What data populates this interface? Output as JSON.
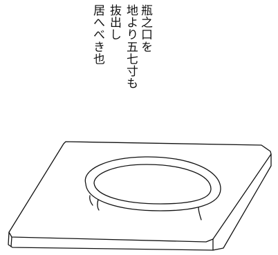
{
  "text": {
    "lines": [
      "瓶之口を",
      "地より五七寸も",
      "抜出し",
      "居へべき也"
    ]
  },
  "colors": {
    "ink": "#111111",
    "background": "#ffffff"
  }
}
